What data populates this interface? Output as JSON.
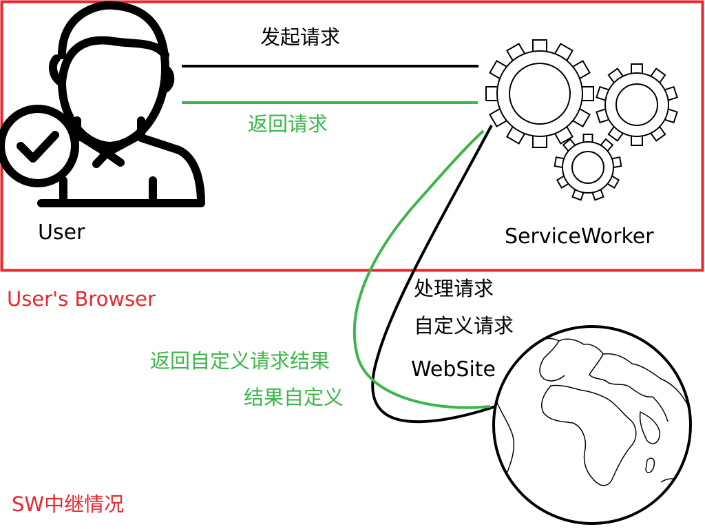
{
  "colors": {
    "black": "#000000",
    "green": "#3cb54a",
    "red": "#e8262d"
  },
  "boundary": {
    "label": "User's Browser"
  },
  "nodes": {
    "user": {
      "label": "User",
      "icon": "verified-user-icon"
    },
    "service_worker": {
      "label": "ServiceWorker",
      "icon": "gears-icon"
    },
    "website": {
      "label": "WebSite",
      "icon": "globe-icon"
    }
  },
  "edges": {
    "user_to_sw": {
      "label": "发起请求",
      "color": "black"
    },
    "sw_to_user": {
      "label": "返回请求",
      "color": "green"
    },
    "sw_to_site": {
      "labels": [
        "处理请求",
        "自定义请求"
      ],
      "color": "black"
    },
    "site_to_sw": {
      "labels": [
        "返回自定义请求结果",
        "结果自定义"
      ],
      "color": "green"
    }
  },
  "caption": "SW中继情况"
}
